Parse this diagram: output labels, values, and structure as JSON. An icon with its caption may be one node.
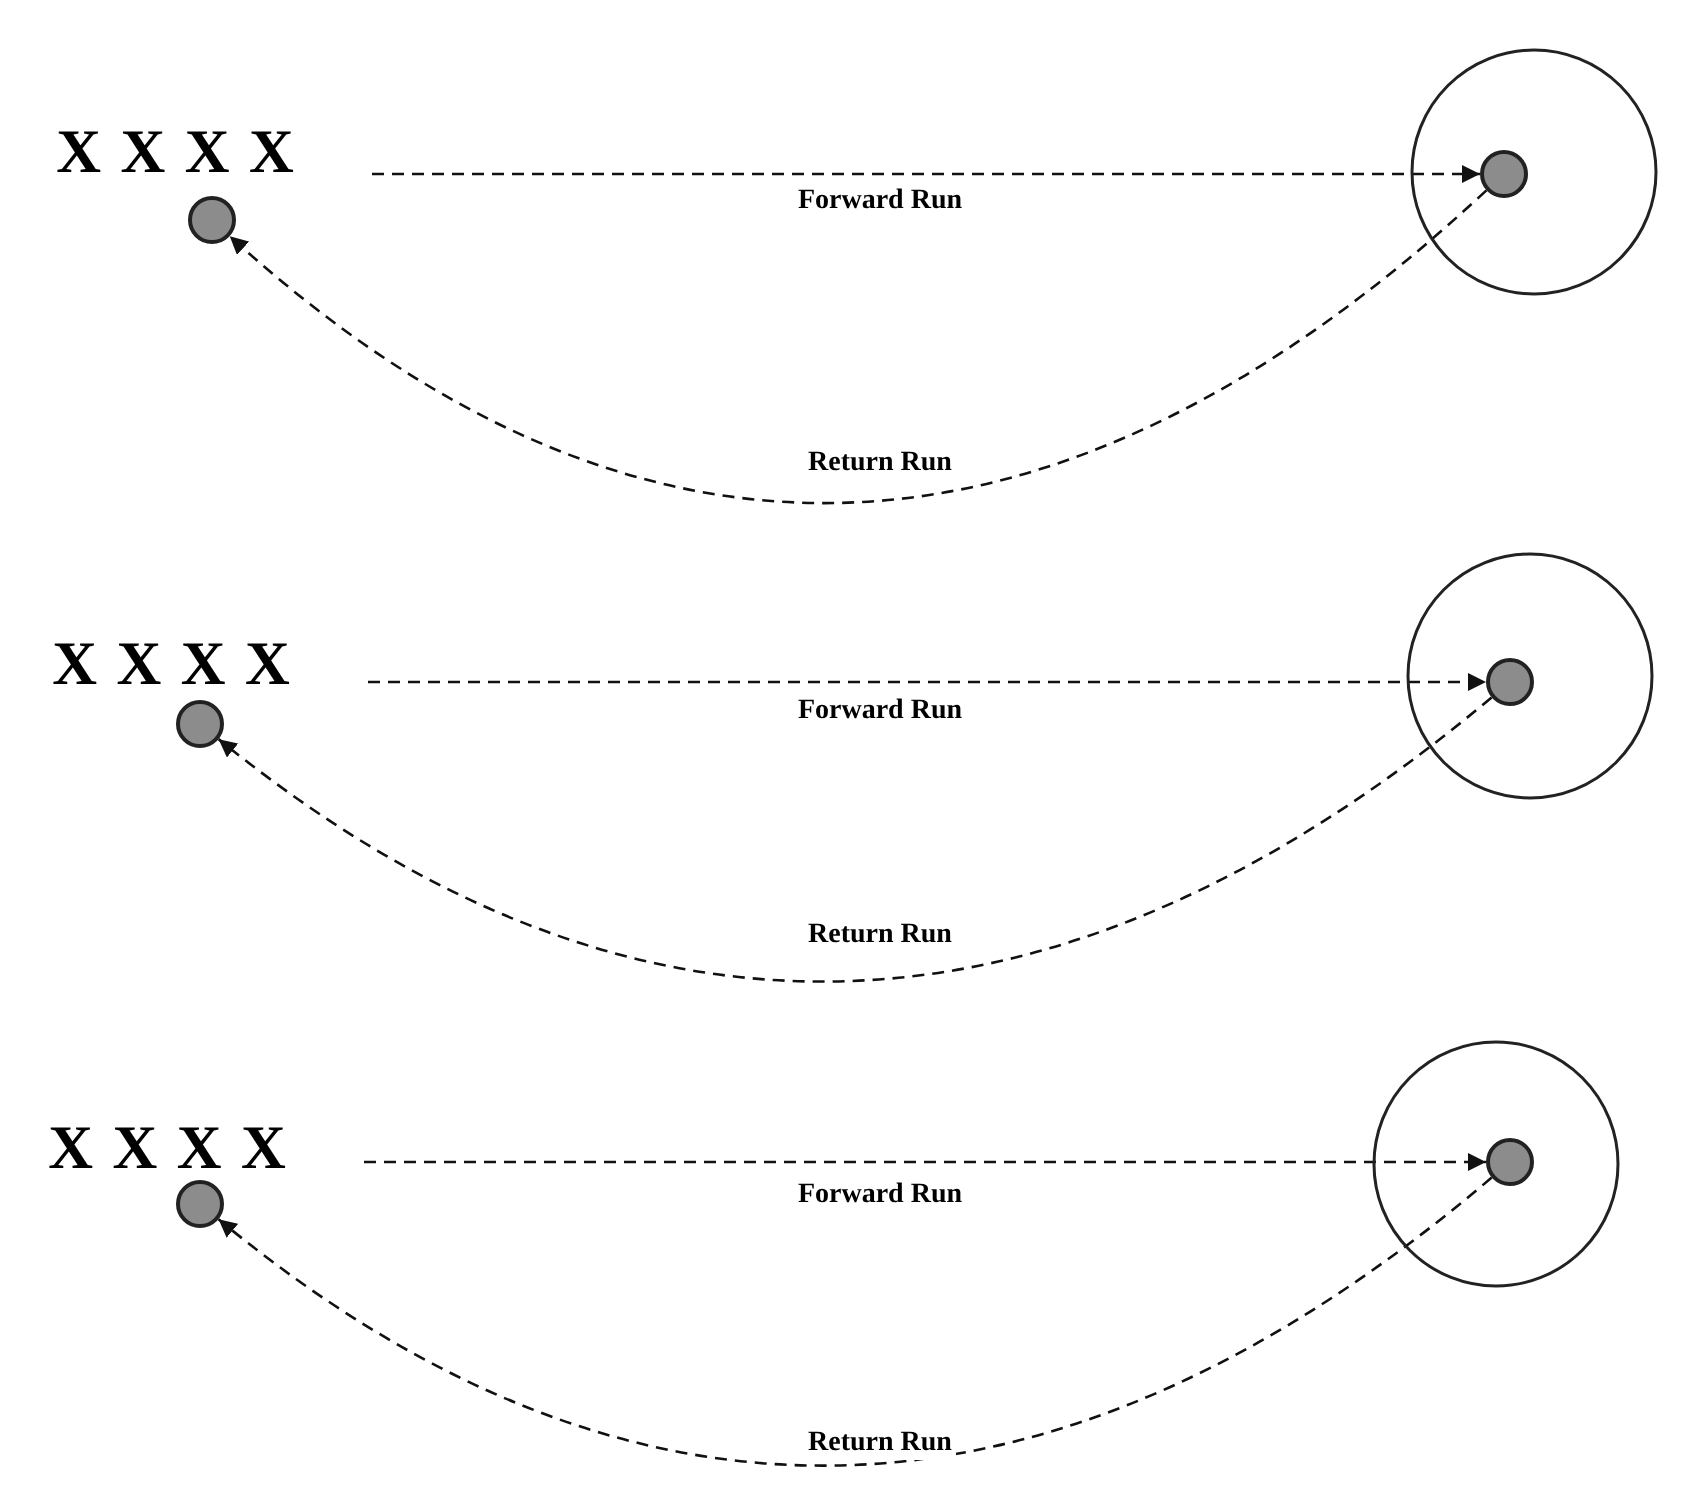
{
  "diagram": {
    "nodes": [
      {
        "text": [
          "X X X X"
        ]
      },
      {
        "text": [],
        "shape": "circle"
      },
      {
        "text": [],
        "shape": "circle"
      },
      {
        "text": [],
        "shape": "circle",
        "in": 2
      },
      {
        "text": [
          "X X X X"
        ]
      },
      {
        "text": [],
        "shape": "circle"
      },
      {
        "text": [],
        "shape": "circle"
      },
      {
        "text": [],
        "shape": "circle",
        "in": 6
      },
      {
        "text": [
          "X X X X"
        ]
      },
      {
        "text": [],
        "shape": "circle"
      },
      {
        "text": [],
        "shape": "circle"
      },
      {
        "text": [],
        "shape": "circle",
        "in": 10
      }
    ],
    "edges": [
      {
        "from": 0,
        "to": 3,
        "arrow": "to",
        "label": "Forward Run",
        "style": "dashed"
      },
      {
        "from": 3,
        "to": 1,
        "arrow": "to",
        "label": "Return Run",
        "style": "dashed"
      },
      {
        "from": 4,
        "to": 7,
        "arrow": "to",
        "label": "Forward Run",
        "style": "dashed"
      },
      {
        "from": 7,
        "to": 5,
        "arrow": "to",
        "label": "Return Run",
        "style": "dashed"
      },
      {
        "from": 8,
        "to": 11,
        "arrow": "to",
        "label": "Forward Run",
        "style": "dashed"
      },
      {
        "from": 11,
        "to": 9,
        "arrow": "to",
        "label": "Return Run",
        "style": "dashed"
      }
    ]
  }
}
